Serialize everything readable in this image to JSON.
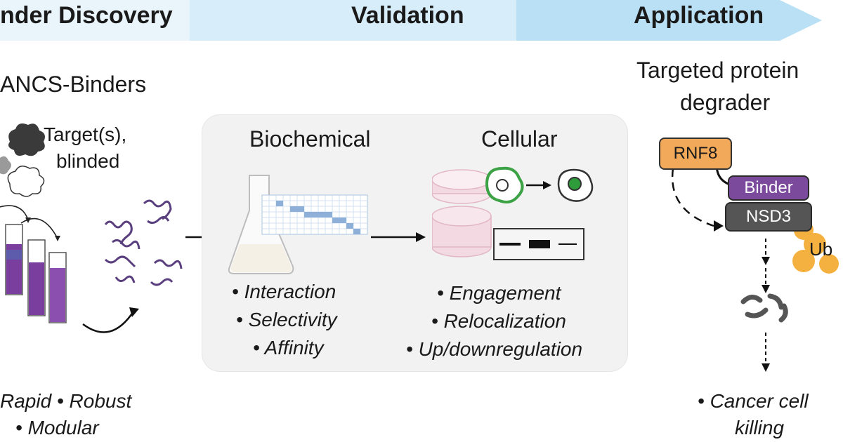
{
  "banner": {
    "stages": [
      "nder Discovery",
      "Validation",
      "Application"
    ],
    "colors": {
      "light": "#e9f4fb",
      "mid": "#cfe9f7",
      "strong": "#9dd3ee"
    }
  },
  "discovery": {
    "title": "ANCS-Binders",
    "target_label_line1": "Target(s),",
    "target_label_line2": "blinded",
    "features_line1": "Rapid  • Robust",
    "features_line2": "• Modular"
  },
  "validation": {
    "biochemical": {
      "title": "Biochemical",
      "bullets": [
        "• Interaction",
        "• Selectivity",
        "• Affinity"
      ]
    },
    "cellular": {
      "title": "Cellular",
      "bullets": [
        "• Engagement",
        "• Relocalization",
        "• Up/downregulation"
      ]
    }
  },
  "application": {
    "title_line1": "Targeted protein",
    "title_line2": "degrader",
    "rnf8": "RNF8",
    "binder": "Binder",
    "nsd3": "NSD3",
    "ub": "Ub",
    "outcome_line1": "• Cancer cell",
    "outcome_line2": "killing",
    "colors": {
      "rnf8": "#f2a95a",
      "binder": "#7b4a9c",
      "nsd3": "#555555",
      "ub": "#f5b13f"
    }
  }
}
